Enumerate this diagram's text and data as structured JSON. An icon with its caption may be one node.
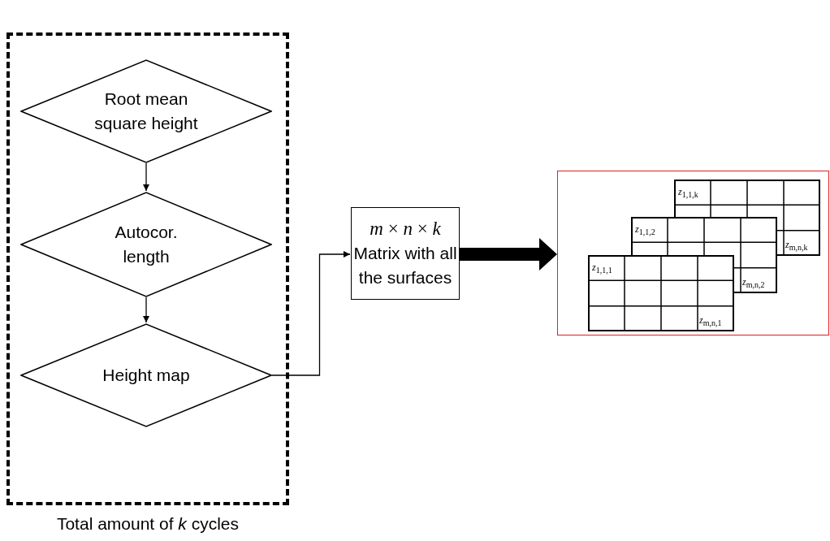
{
  "diagram": {
    "nodes": [
      {
        "text": [
          "Total amount of *k* cycles"
        ]
      },
      {
        "text": [
          "Root mean square height"
        ],
        "in": 0
      },
      {
        "text": [
          "Autocor. length"
        ],
        "in": 0
      },
      {
        "text": [
          "Height map"
        ],
        "in": 0
      },
      {
        "text": [
          "*m* × *n* × *k*",
          "Matrix with all the surfaces"
        ]
      },
      {
        "text": [],
        "shape": "box"
      },
      {
        "text": [
          "*z*$_{1,1,k}$",
          "*z*$_{m,n,k}$"
        ],
        "in": 5
      },
      {
        "text": [
          "*z*$_{1,1,2}$",
          "*z*$_{m,n,2}$"
        ],
        "in": 5
      },
      {
        "text": [
          "*z*$_{1,1,1}$",
          "*z*$_{m,n,1}$"
        ],
        "in": 5
      }
    ],
    "edges": [
      {
        "from": 1,
        "to": 2,
        "arrow": "to"
      },
      {
        "from": 2,
        "to": 3,
        "arrow": "to"
      },
      {
        "from": 3,
        "to": 4,
        "arrow": "to"
      },
      {
        "from": 4,
        "to": 5,
        "arrow": "to",
        "style": "thick"
      }
    ]
  }
}
